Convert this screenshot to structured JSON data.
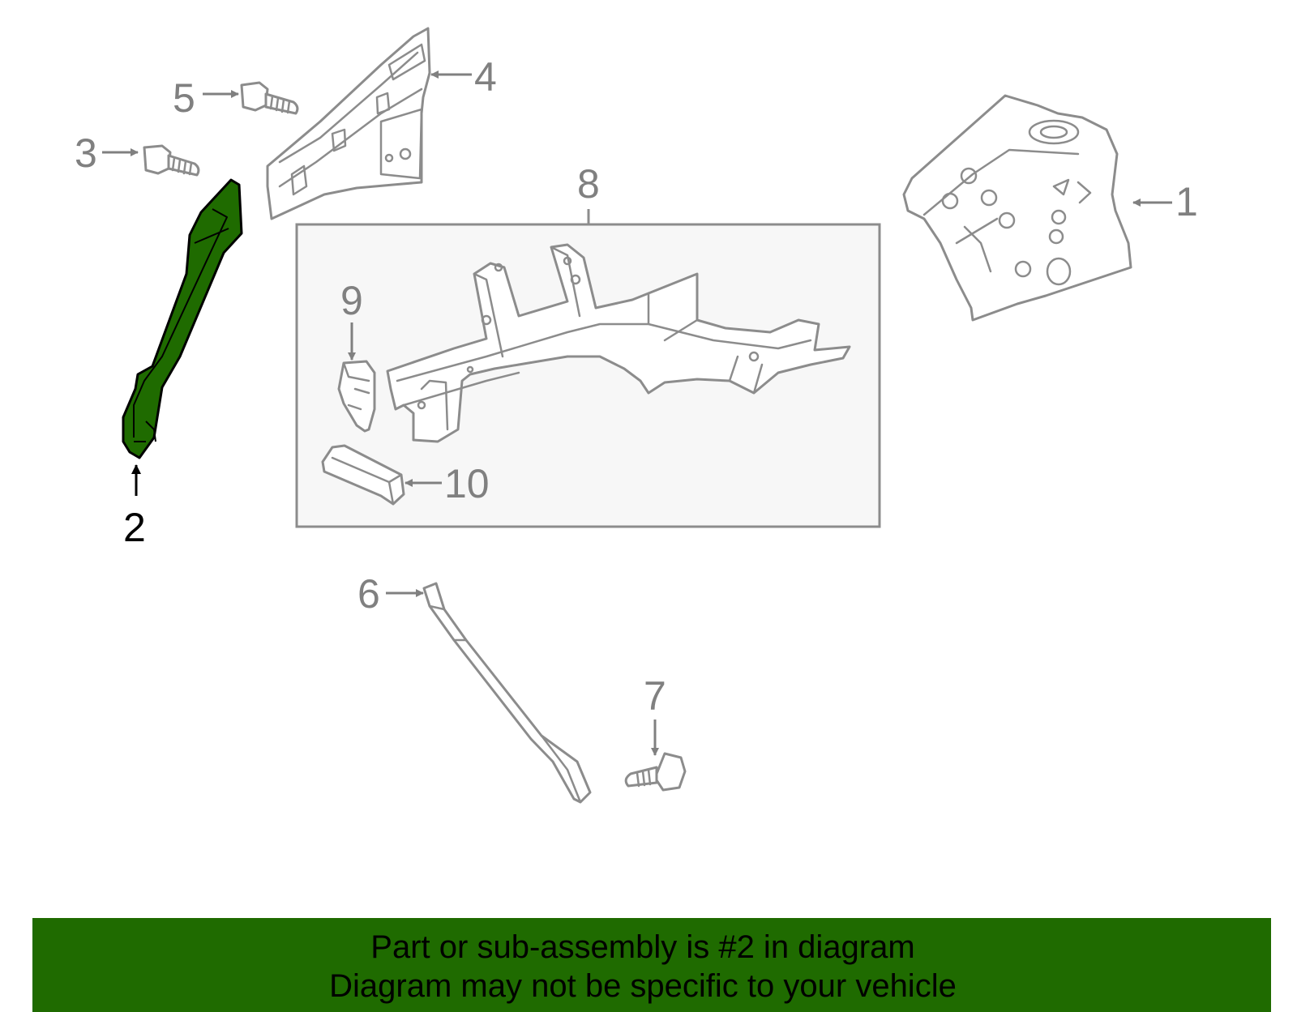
{
  "callouts": {
    "c1": "1",
    "c2": "2",
    "c3": "3",
    "c4": "4",
    "c5": "5",
    "c6": "6",
    "c7": "7",
    "c8": "8",
    "c9": "9",
    "c10": "10"
  },
  "highlighted_part": "2",
  "colors": {
    "highlight": "#1f6b00",
    "line": "#8c8c8c",
    "callout": "#808080",
    "subassembly_box": "#f7f7f7"
  },
  "banner": {
    "line1": "Part or sub-assembly is #2 in diagram",
    "line2": "Diagram may not be specific to your vehicle"
  }
}
